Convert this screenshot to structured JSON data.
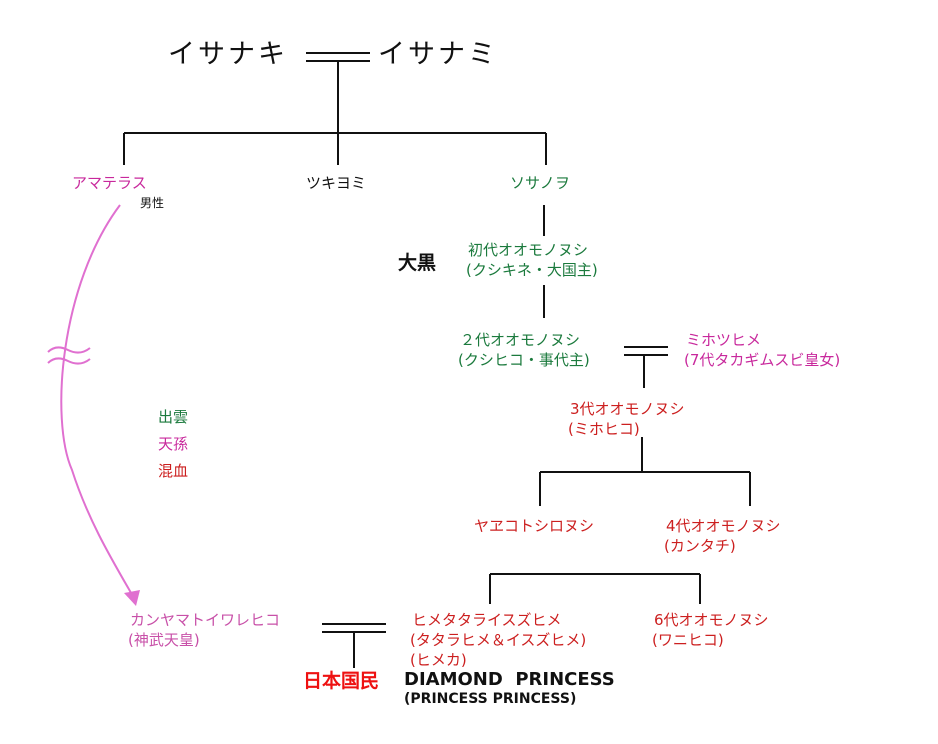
{
  "top": {
    "left": "イサナキ",
    "right": "イサナミ"
  },
  "gen2": {
    "amaterasu": "アマテラス",
    "amaterasu_note": "男性",
    "tsukiyomi": "ツキヨミ",
    "susanoo": "ソサノヲ"
  },
  "daikoku": "大黒",
  "o1": {
    "line1": "初代オオモノヌシ",
    "line2": "(クシキネ・大国主)"
  },
  "o2": {
    "line1": "２代オオモノヌシ",
    "line2": "(クシヒコ・事代主)"
  },
  "mihotsu": {
    "line1": "ミホツヒメ",
    "line2": "(7代タカギムスビ皇女)"
  },
  "o3": {
    "line1": "3代オオモノヌシ",
    "line2": "(ミホヒコ)"
  },
  "yaekoto": "ヤヱコトシロヌシ",
  "o4": {
    "line1": "4代オオモノヌシ",
    "line2": "(カンタチ)"
  },
  "hime": {
    "line1": "ヒメタタライスズヒメ",
    "line2": "(タタラヒメ＆イスズヒメ)",
    "line3": "(ヒメカ)"
  },
  "o6": {
    "line1": "6代オオモノヌシ",
    "line2": "(ワニヒコ)"
  },
  "jimmu": {
    "line1": "カンヤマトイワレヒコ",
    "line2": "(神武天皇)"
  },
  "legend": {
    "izumo": "出雲",
    "tenson": "天孫",
    "konketsu": "混血"
  },
  "approx_symbol": "≈",
  "bottom": {
    "nihon": "日本国民",
    "diamond": "DIAMOND  PRINCESS",
    "princess": "(PRINCESS PRINCESS)"
  },
  "colors": {
    "izumo": "#1b7a3d",
    "tenson": "#c8289c",
    "konketsu": "#cc1f1f",
    "arrow": "#e070d0"
  }
}
